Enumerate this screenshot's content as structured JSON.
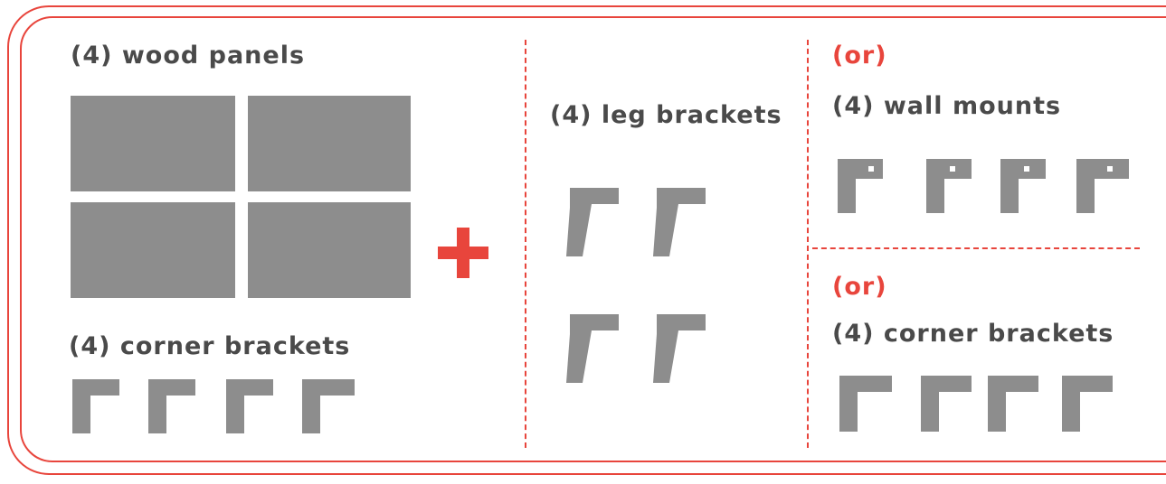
{
  "colors": {
    "accent": "#e8453c",
    "part": "#8d8d8d",
    "text": "#4a4a4a",
    "background": "#ffffff"
  },
  "left_section": {
    "wood_panels_label": "(4) wood panels",
    "corner_brackets_label": "(4) corner brackets"
  },
  "plus_icon": "plus-icon",
  "middle_section": {
    "leg_brackets_label": "(4) leg brackets"
  },
  "right_section": {
    "option_top": {
      "or_label": "(or)",
      "wall_mounts_label": "(4) wall mounts"
    },
    "option_bottom": {
      "or_label": "(or)",
      "corner_brackets_label": "(4) corner brackets"
    }
  }
}
